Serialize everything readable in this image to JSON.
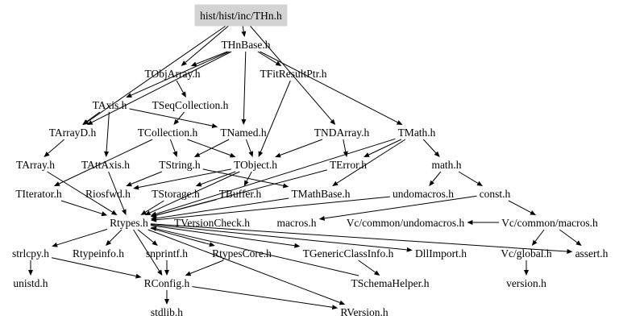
{
  "root": {
    "id": "root",
    "label": "hist/hist/inc/THn.h"
  },
  "nodes": [
    {
      "id": "thnbase",
      "label": "THnBase.h"
    },
    {
      "id": "tobjarray",
      "label": "TObjArray.h"
    },
    {
      "id": "tfitresultptr",
      "label": "TFitResultPtr.h"
    },
    {
      "id": "taxis",
      "label": "TAxis.h"
    },
    {
      "id": "tseqcollection",
      "label": "TSeqCollection.h"
    },
    {
      "id": "tarrayd",
      "label": "TArrayD.h"
    },
    {
      "id": "tcollection",
      "label": "TCollection.h"
    },
    {
      "id": "tnamed",
      "label": "TNamed.h"
    },
    {
      "id": "tndarray",
      "label": "TNDArray.h"
    },
    {
      "id": "tmath",
      "label": "TMath.h"
    },
    {
      "id": "tarray",
      "label": "TArray.h"
    },
    {
      "id": "tattaxis",
      "label": "TAttAxis.h"
    },
    {
      "id": "tstring",
      "label": "TString.h"
    },
    {
      "id": "tobject",
      "label": "TObject.h"
    },
    {
      "id": "terror",
      "label": "TError.h"
    },
    {
      "id": "mathh",
      "label": "math.h"
    },
    {
      "id": "titerator",
      "label": "TIterator.h"
    },
    {
      "id": "riosfwd",
      "label": "Riosfwd.h"
    },
    {
      "id": "tstorage",
      "label": "TStorage.h"
    },
    {
      "id": "tbuffer",
      "label": "TBuffer.h"
    },
    {
      "id": "tmathbase",
      "label": "TMathBase.h"
    },
    {
      "id": "undomacros",
      "label": "undomacros.h"
    },
    {
      "id": "consth",
      "label": "const.h"
    },
    {
      "id": "rtypes",
      "label": "Rtypes.h"
    },
    {
      "id": "tversioncheck",
      "label": "TVersionCheck.h"
    },
    {
      "id": "macros",
      "label": "macros.h"
    },
    {
      "id": "vcundomacros",
      "label": "Vc/common/undomacros.h"
    },
    {
      "id": "vcmacros",
      "label": "Vc/common/macros.h"
    },
    {
      "id": "strlcpy",
      "label": "strlcpy.h"
    },
    {
      "id": "rtypeinfo",
      "label": "Rtypeinfo.h"
    },
    {
      "id": "snprintf",
      "label": "snprintf.h"
    },
    {
      "id": "rtypescore",
      "label": "RtypesCore.h"
    },
    {
      "id": "tgenericclassinfo",
      "label": "TGenericClassInfo.h"
    },
    {
      "id": "dllimport",
      "label": "DllImport.h"
    },
    {
      "id": "vcglobal",
      "label": "Vc/global.h"
    },
    {
      "id": "asserth",
      "label": "assert.h"
    },
    {
      "id": "unistd",
      "label": "unistd.h"
    },
    {
      "id": "rconfig",
      "label": "RConfig.h"
    },
    {
      "id": "tschemahelper",
      "label": "TSchemaHelper.h"
    },
    {
      "id": "versionh",
      "label": "version.h"
    },
    {
      "id": "stdlib",
      "label": "stdlib.h"
    },
    {
      "id": "rversion",
      "label": "RVersion.h"
    }
  ],
  "edges": [
    [
      "root",
      "thnbase"
    ],
    [
      "root",
      "tndarray"
    ],
    [
      "root",
      "tobjarray"
    ],
    [
      "root",
      "tarrayd"
    ],
    [
      "thnbase",
      "tobjarray"
    ],
    [
      "thnbase",
      "tfitresultptr"
    ],
    [
      "thnbase",
      "taxis"
    ],
    [
      "thnbase",
      "tnamed"
    ],
    [
      "thnbase",
      "tmath"
    ],
    [
      "thnbase",
      "tarrayd"
    ],
    [
      "tobjarray",
      "tseqcollection"
    ],
    [
      "tseqcollection",
      "tcollection"
    ],
    [
      "tfitresultptr",
      "tobject"
    ],
    [
      "taxis",
      "tnamed"
    ],
    [
      "taxis",
      "tattaxis"
    ],
    [
      "taxis",
      "tarrayd"
    ],
    [
      "tarrayd",
      "tarray"
    ],
    [
      "tcollection",
      "tobject"
    ],
    [
      "tcollection",
      "tstring"
    ],
    [
      "tcollection",
      "titerator"
    ],
    [
      "tnamed",
      "tobject"
    ],
    [
      "tnamed",
      "tstring"
    ],
    [
      "tndarray",
      "tobject"
    ],
    [
      "tndarray",
      "terror"
    ],
    [
      "tmath",
      "terror"
    ],
    [
      "tmath",
      "mathh"
    ],
    [
      "tmath",
      "rtypes"
    ],
    [
      "tmath",
      "tmathbase"
    ],
    [
      "tarray",
      "rtypes"
    ],
    [
      "tattaxis",
      "rtypes"
    ],
    [
      "tstring",
      "tmathbase"
    ],
    [
      "tstring",
      "riosfwd"
    ],
    [
      "tobject",
      "tstorage"
    ],
    [
      "tobject",
      "tbuffer"
    ],
    [
      "tobject",
      "riosfwd"
    ],
    [
      "tobject",
      "rtypes"
    ],
    [
      "terror",
      "rtypes"
    ],
    [
      "mathh",
      "undomacros"
    ],
    [
      "mathh",
      "consth"
    ],
    [
      "titerator",
      "rtypes"
    ],
    [
      "tstorage",
      "rtypes"
    ],
    [
      "tbuffer",
      "rtypes"
    ],
    [
      "tmathbase",
      "rtypes"
    ],
    [
      "undomacros",
      "rtypes"
    ],
    [
      "consth",
      "macros"
    ],
    [
      "consth",
      "vcmacros"
    ],
    [
      "vcmacros",
      "vcundomacros"
    ],
    [
      "vcmacros",
      "vcglobal"
    ],
    [
      "vcmacros",
      "asserth"
    ],
    [
      "vcglobal",
      "versionh"
    ],
    [
      "rtypes",
      "strlcpy"
    ],
    [
      "rtypes",
      "rtypeinfo"
    ],
    [
      "rtypes",
      "snprintf"
    ],
    [
      "rtypes",
      "rtypescore"
    ],
    [
      "rtypes",
      "tgenericclassinfo"
    ],
    [
      "rtypes",
      "dllimport"
    ],
    [
      "rtypes",
      "rconfig"
    ],
    [
      "rtypes",
      "rversion"
    ],
    [
      "rtypes",
      "asserth"
    ],
    [
      "strlcpy",
      "unistd"
    ],
    [
      "strlcpy",
      "rconfig"
    ],
    [
      "snprintf",
      "rconfig"
    ],
    [
      "rtypescore",
      "rconfig"
    ],
    [
      "tgenericclassinfo",
      "tschemahelper"
    ],
    [
      "tschemahelper",
      "rtypes"
    ],
    [
      "rconfig",
      "stdlib"
    ],
    [
      "rconfig",
      "rversion"
    ]
  ]
}
